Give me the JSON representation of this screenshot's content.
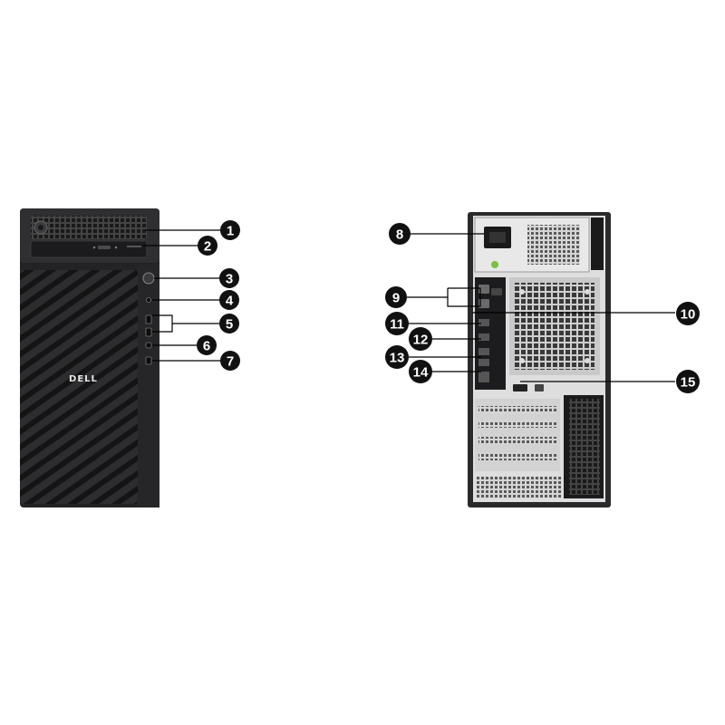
{
  "brand": "DELL",
  "front_view": {
    "callouts": [
      {
        "number": "1",
        "part": "hdd-activity-vent"
      },
      {
        "number": "2",
        "part": "optical-drive"
      },
      {
        "number": "3",
        "part": "power-button"
      },
      {
        "number": "4",
        "part": "audio-jack"
      },
      {
        "number": "5",
        "part": "usb-ports"
      },
      {
        "number": "6",
        "part": "usb-c-port"
      },
      {
        "number": "7",
        "part": "sd-card-slot"
      }
    ]
  },
  "rear_view": {
    "callouts": [
      {
        "number": "8",
        "part": "power-connector"
      },
      {
        "number": "9",
        "part": "rear-audio-ports"
      },
      {
        "number": "10",
        "part": "ventilation-grille"
      },
      {
        "number": "11",
        "part": "display-port"
      },
      {
        "number": "12",
        "part": "usb-port"
      },
      {
        "number": "13",
        "part": "usb-ports"
      },
      {
        "number": "14",
        "part": "network-port"
      },
      {
        "number": "15",
        "part": "lock-slot"
      }
    ]
  },
  "colors": {
    "chassis": "#1f1f21",
    "mesh": "#2b2b2e",
    "rear_panel": "#d9d9d9",
    "callout_badge": "#111111",
    "leader_line": "#000000"
  }
}
